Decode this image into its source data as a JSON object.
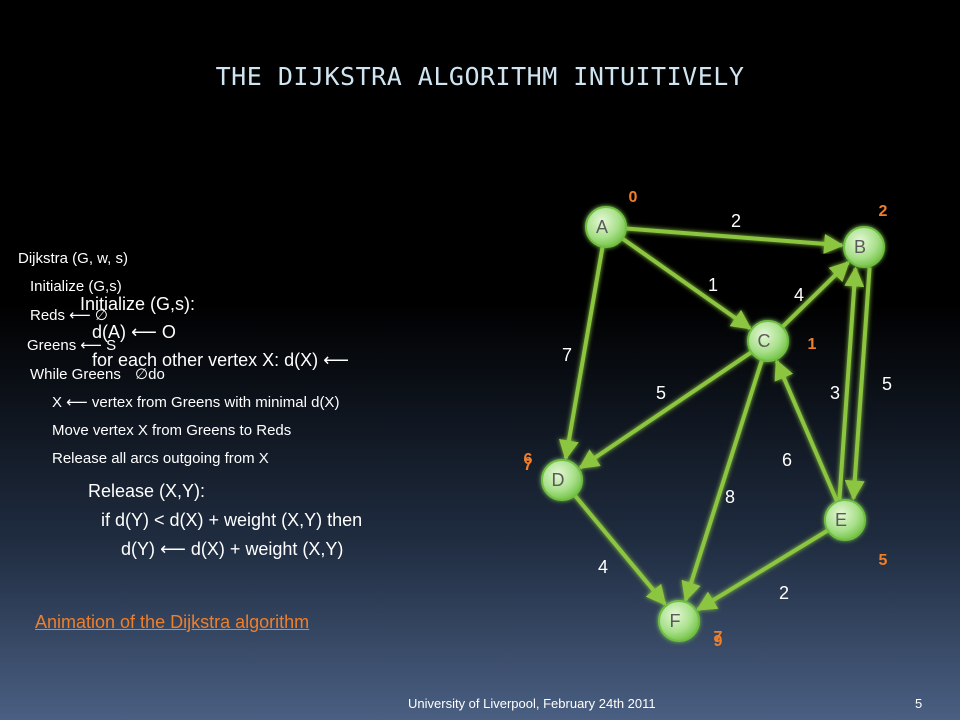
{
  "slide": {
    "title": "THE DIJKSTRA ALGORITHM INTUITIVELY",
    "footer_text": "University of Liverpool, February 24th 2011",
    "page_number": "5",
    "link_text": "Animation of the Dijkstra algorithm"
  },
  "pseudocode": {
    "line1": "Dijkstra (G, w, s)",
    "line2": "Initialize (G,s)",
    "line3_pre": "Reds",
    "line3_arrow": "⟵",
    "line3_sym": "∅",
    "line4_pre": "Greens",
    "line4_arrow": "⟵",
    "line4_post": "S",
    "line5_pre": "While  Greens",
    "line5_sym": "∅",
    "line5_post": "do",
    "line6_pre": "X",
    "line6_arrow": "⟵",
    "line6_post": "vertex from Greens with minimal d(X)",
    "line7": "Move vertex  X  from Greens to Reds",
    "line8": "Release all arcs outgoing from X"
  },
  "init_box": {
    "line1": "Initialize (G,s):",
    "line2_pre": "d(A)",
    "line2_arrow": "⟵",
    "line2_post": "O",
    "line3_pre": "for each other vertex X: d(X)",
    "line3_arrow": "⟵"
  },
  "release_box": {
    "line1": "Release (X,Y):",
    "line2": "if  d(Y) < d(X) + weight (X,Y) then",
    "line3_pre": "d(Y)",
    "line3_arrow": "⟵",
    "line3_post": "d(X) + weight (X,Y)"
  },
  "graph": {
    "colors": {
      "edge": "#8cc63f",
      "node_fill": "#a8e08a",
      "node_stroke": "#6fbf3f",
      "distance": "#f07f2a"
    },
    "nodes": [
      {
        "id": "A",
        "label": "A"
      },
      {
        "id": "B",
        "label": "B"
      },
      {
        "id": "C",
        "label": "C"
      },
      {
        "id": "D",
        "label": "D"
      },
      {
        "id": "E",
        "label": "E"
      },
      {
        "id": "F",
        "label": "F"
      }
    ],
    "edges": [
      {
        "from": "A",
        "to": "B",
        "weight": "2"
      },
      {
        "from": "A",
        "to": "C",
        "weight": "1"
      },
      {
        "from": "A",
        "to": "D",
        "weight": "7"
      },
      {
        "from": "C",
        "to": "B",
        "weight": "4"
      },
      {
        "from": "C",
        "to": "D",
        "weight": "5"
      },
      {
        "from": "C",
        "to": "F",
        "weight": "8"
      },
      {
        "from": "B",
        "to": "E",
        "weight": "3"
      },
      {
        "from": "E",
        "to": "B",
        "weight": "5"
      },
      {
        "from": "E",
        "to": "C",
        "weight": "6"
      },
      {
        "from": "D",
        "to": "F",
        "weight": "4"
      },
      {
        "from": "E",
        "to": "F",
        "weight": "2"
      }
    ],
    "distances": [
      {
        "node": "A",
        "values": [
          "0"
        ]
      },
      {
        "node": "B",
        "values": [
          "2"
        ]
      },
      {
        "node": "C",
        "values": [
          "1"
        ]
      },
      {
        "node": "D",
        "values": [
          "6",
          "7"
        ]
      },
      {
        "node": "E",
        "values": [
          "5"
        ]
      },
      {
        "node": "F",
        "values": [
          "9",
          "7"
        ]
      }
    ]
  }
}
